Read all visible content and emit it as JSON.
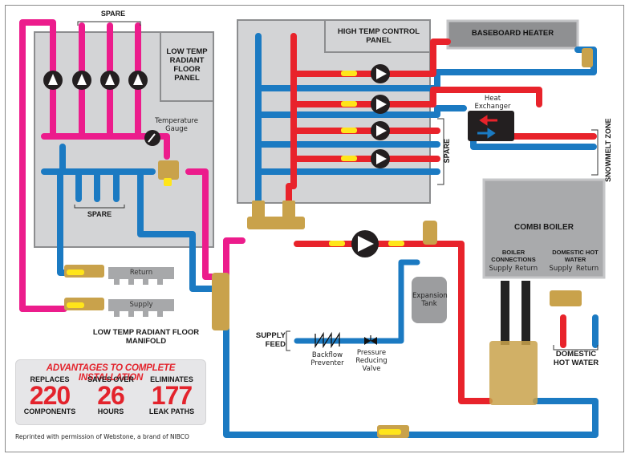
{
  "colors": {
    "hot_supply": "#e8232b",
    "low_temp_supply": "#ec1c8c",
    "return": "#1b7ac2",
    "panel_fill": "#d3d4d6",
    "panel_border": "#8c8d8f",
    "brass": "#c9a24b",
    "valve_handle": "#ffe51a",
    "accent_red": "#e3232c"
  },
  "low_temp_panel": {
    "title": "LOW TEMP RADIANT FLOOR PANEL",
    "spare_top": "SPARE",
    "spare_bottom": "SPARE",
    "temperature_gauge": "Temperature Gauge"
  },
  "high_temp_panel": {
    "title": "HIGH TEMP CONTROL PANEL",
    "spare": "SPARE"
  },
  "baseboard_heater": {
    "label": "BASEBOARD HEATER"
  },
  "heat_exchanger": {
    "label": "Heat Exchanger"
  },
  "snowmelt": {
    "label": "SNOWMELT ZONE"
  },
  "combi_boiler": {
    "title": "COMBI BOILER",
    "boiler_connections": "BOILER CONNECTIONS",
    "domestic_hot_water": "DOMESTIC HOT WATER",
    "supply_1": "Supply",
    "return_1": "Return",
    "supply_2": "Supply",
    "return_2": "Return"
  },
  "domestic_hot_water_label": "DOMESTIC HOT WATER",
  "expansion_tank": {
    "label": "Expansion Tank"
  },
  "supply_feed": {
    "label": "SUPPLY FEED",
    "backflow": "Backflow Preventer",
    "prv": "Pressure Reducing Valve"
  },
  "manifold": {
    "return_label": "Return",
    "supply_label": "Supply",
    "title": "LOW TEMP RADIANT FLOOR MANIFOLD"
  },
  "advantages": {
    "title": "ADVANTAGES TO COMPLETE INSTALLATION",
    "stats": [
      {
        "top": "REPLACES",
        "value": "220",
        "bottom": "COMPONENTS"
      },
      {
        "top": "SAVES OVER",
        "value": "26",
        "bottom": "HOURS"
      },
      {
        "top": "ELIMINATES",
        "value": "177",
        "bottom": "LEAK PATHS"
      }
    ]
  },
  "credit": "Reprinted with permission of Webstone, a brand of NIBCO"
}
